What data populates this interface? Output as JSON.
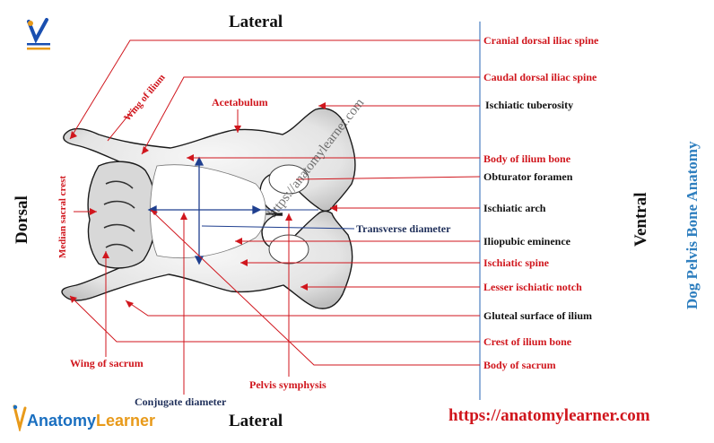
{
  "orientation": {
    "top": "Lateral",
    "bottom": "Lateral",
    "left": "Dorsal",
    "right": "Ventral"
  },
  "title": "Dog Pelvis Bone Anatomy",
  "website": "https://anatomylearner.com",
  "watermark": "https://anatomylearner.com",
  "brand": {
    "part1": "Anatomy",
    "part2": "Learner"
  },
  "logo_text": "ANATOMY LEARNER",
  "labels_right": [
    {
      "text": "Cranial dorsal iliac spine",
      "color": "red"
    },
    {
      "text": "Caudal dorsal iliac spine",
      "color": "red"
    },
    {
      "text": "Ischiatic tuberosity",
      "color": "black"
    },
    {
      "text": "Body of ilium bone",
      "color": "red"
    },
    {
      "text": "Obturator foramen",
      "color": "black"
    },
    {
      "text": "Ischiatic arch",
      "color": "black"
    },
    {
      "text": "Iliopubic eminence",
      "color": "black"
    },
    {
      "text": "Ischiatic spine",
      "color": "red"
    },
    {
      "text": "Lesser ischiatic notch",
      "color": "red"
    },
    {
      "text": "Gluteal surface of ilium",
      "color": "black"
    },
    {
      "text": "Crest of ilium bone",
      "color": "red"
    },
    {
      "text": "Body of sacrum",
      "color": "red"
    }
  ],
  "labels_other": {
    "acetabulum": "Acetabulum",
    "wing_of_ilium": "Wing of ilium",
    "median_sacral_crest": "Median sacral crest",
    "transverse_diameter": "Transverse diameter",
    "wing_of_sacrum": "Wing of sacrum",
    "conjugate_diameter": "Conjugate diameter",
    "pelvis_symphysis": "Pelvis symphysis"
  },
  "colors": {
    "label_red": "#d0161d",
    "label_black": "#111111",
    "label_navy": "#1f2f5a",
    "title_blue": "#2f7fbf",
    "line_blue": "#1f3f8f",
    "brand_blue": "#1a6fc0",
    "brand_orange": "#e89a1a"
  }
}
